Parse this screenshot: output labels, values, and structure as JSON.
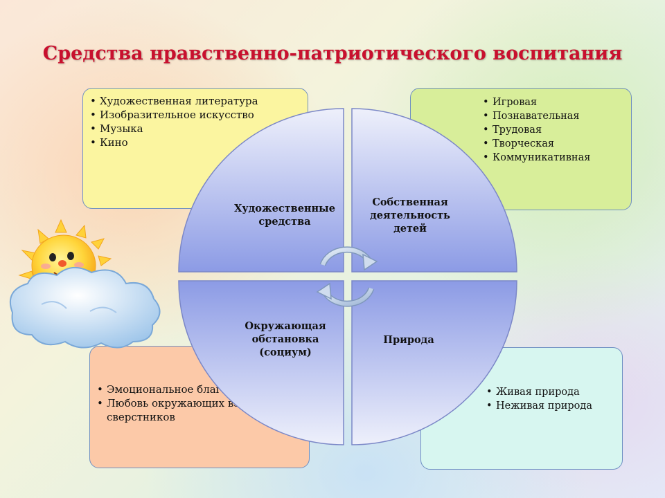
{
  "title": "Средства нравственно-патриотического воспитания",
  "colors": {
    "title": "#c8102e",
    "quadrant_fill_light": "#e9ecf9",
    "quadrant_fill_dark": "#8f9ee6",
    "box_top_left": "#fbf5a0",
    "box_top_right": "#d8ee9a",
    "box_bottom_left": "#fcc9a8",
    "box_bottom_right": "#d7f6f0"
  },
  "quadrants": {
    "top_left": {
      "line1": "Художественные",
      "line2": "средства"
    },
    "top_right": {
      "line1": "Собственная",
      "line2": "деятельность",
      "line3": "детей"
    },
    "bottom_left": {
      "line1": "Окружающая",
      "line2": "обстановка",
      "line3": "(социум)"
    },
    "bottom_right": {
      "line1": "Природа"
    }
  },
  "boxes": {
    "top_left": [
      "Художественная литература",
      "Изобразительное искусство",
      "Музыка",
      "Кино"
    ],
    "top_right": [
      "Игровая",
      "Познавательная",
      "Трудовая",
      "Творческая",
      "Коммуникативная"
    ],
    "bottom_left": [
      "Эмоциональное благополучие",
      "Любовь окружающих взрослых и сверстников"
    ],
    "bottom_right": [
      "Живая природа",
      "Неживая природа"
    ]
  },
  "icons": {
    "decoration": "sun-on-cloud-icon",
    "center": "circular-arrows-icon"
  }
}
